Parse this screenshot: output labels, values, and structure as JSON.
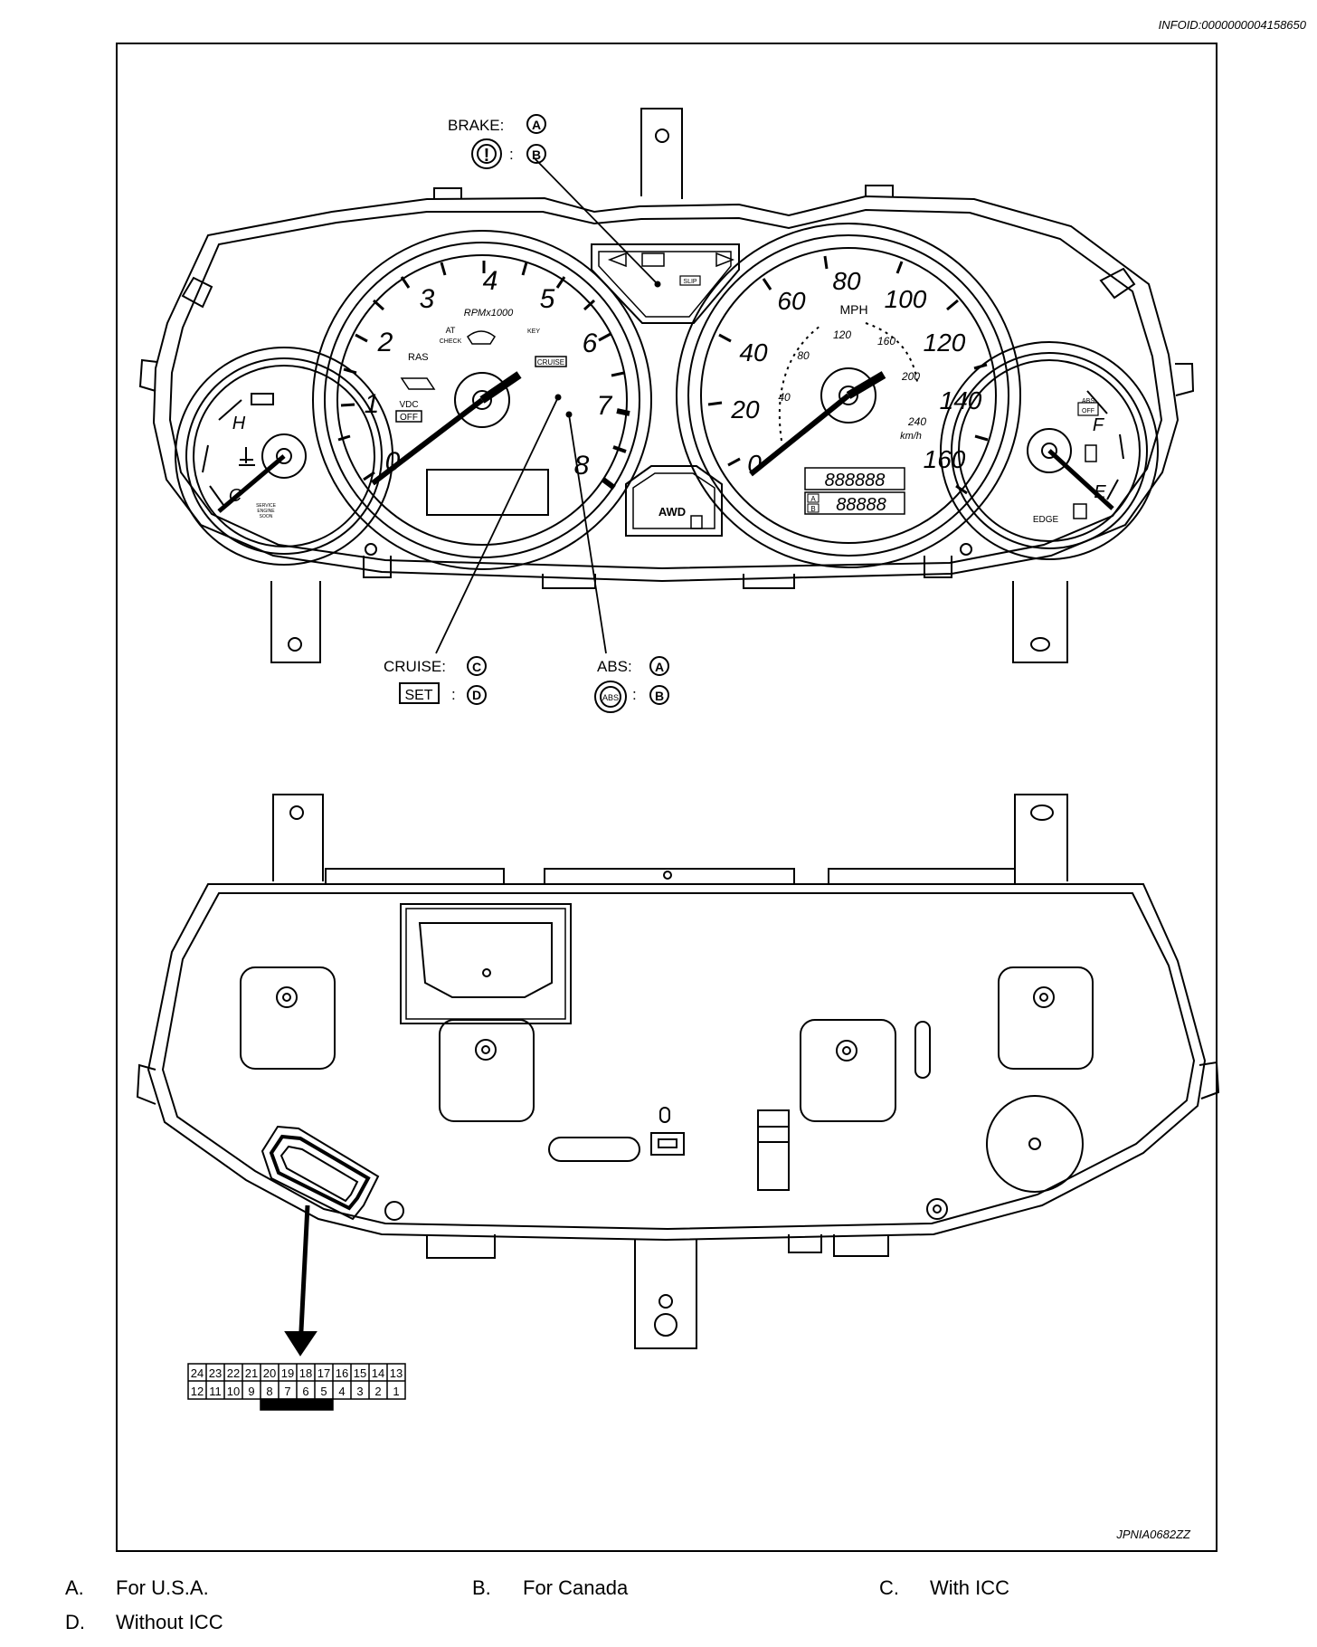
{
  "info_id": "INFOID:0000000004158650",
  "figure_id": "JPNIA0682ZZ",
  "callouts": {
    "brake_label": "BRAKE:",
    "brake_a": "A",
    "brake_b": "B",
    "brake_icon_text": "!",
    "cruise_label": "CRUISE:",
    "cruise_c": "C",
    "set_text": "SET",
    "set_d": "D",
    "abs_label": "ABS:",
    "abs_a": "A",
    "abs_icon_text": "ABS",
    "abs_b": "B",
    "colon": ":"
  },
  "tachometer": {
    "numbers": [
      "0",
      "1",
      "2",
      "3",
      "4",
      "5",
      "6",
      "7",
      "8"
    ],
    "unit": "RPMx1000",
    "labels": {
      "ras": "RAS",
      "at": "AT",
      "check": "CHECK",
      "key": "KEY",
      "cruise": "CRUISE",
      "vdc": "VDC",
      "off": "OFF"
    }
  },
  "speedometer": {
    "mph_numbers": [
      "0",
      "20",
      "40",
      "60",
      "80",
      "100",
      "120",
      "140",
      "160"
    ],
    "kmh_numbers": [
      "40",
      "80",
      "120",
      "160",
      "200",
      "240"
    ],
    "mph_unit": "MPH",
    "kmh_unit": "km/h",
    "odo_display": "888888",
    "trip_display": "88888",
    "trip_a": "A",
    "trip_b": "B"
  },
  "temp_gauge": {
    "hot": "H",
    "cold": "C",
    "service_engine_soon": [
      "SERVICE",
      "ENGINE",
      "SOON"
    ]
  },
  "fuel_gauge": {
    "full": "F",
    "empty": "E",
    "abs_off": [
      "ABS",
      "OFF"
    ],
    "edge": "EDGE"
  },
  "center_lamps": {
    "slip": "SLIP",
    "awd": "AWD"
  },
  "connector": {
    "top_row": [
      "24",
      "23",
      "22",
      "21",
      "20",
      "19",
      "18",
      "17",
      "16",
      "15",
      "14",
      "13"
    ],
    "bottom_row": [
      "12",
      "11",
      "10",
      "9",
      "8",
      "7",
      "6",
      "5",
      "4",
      "3",
      "2",
      "1"
    ]
  },
  "legend": [
    {
      "key": "A.",
      "text": "For U.S.A."
    },
    {
      "key": "B.",
      "text": "For Canada"
    },
    {
      "key": "C.",
      "text": "With ICC"
    },
    {
      "key": "D.",
      "text": "Without ICC"
    }
  ]
}
